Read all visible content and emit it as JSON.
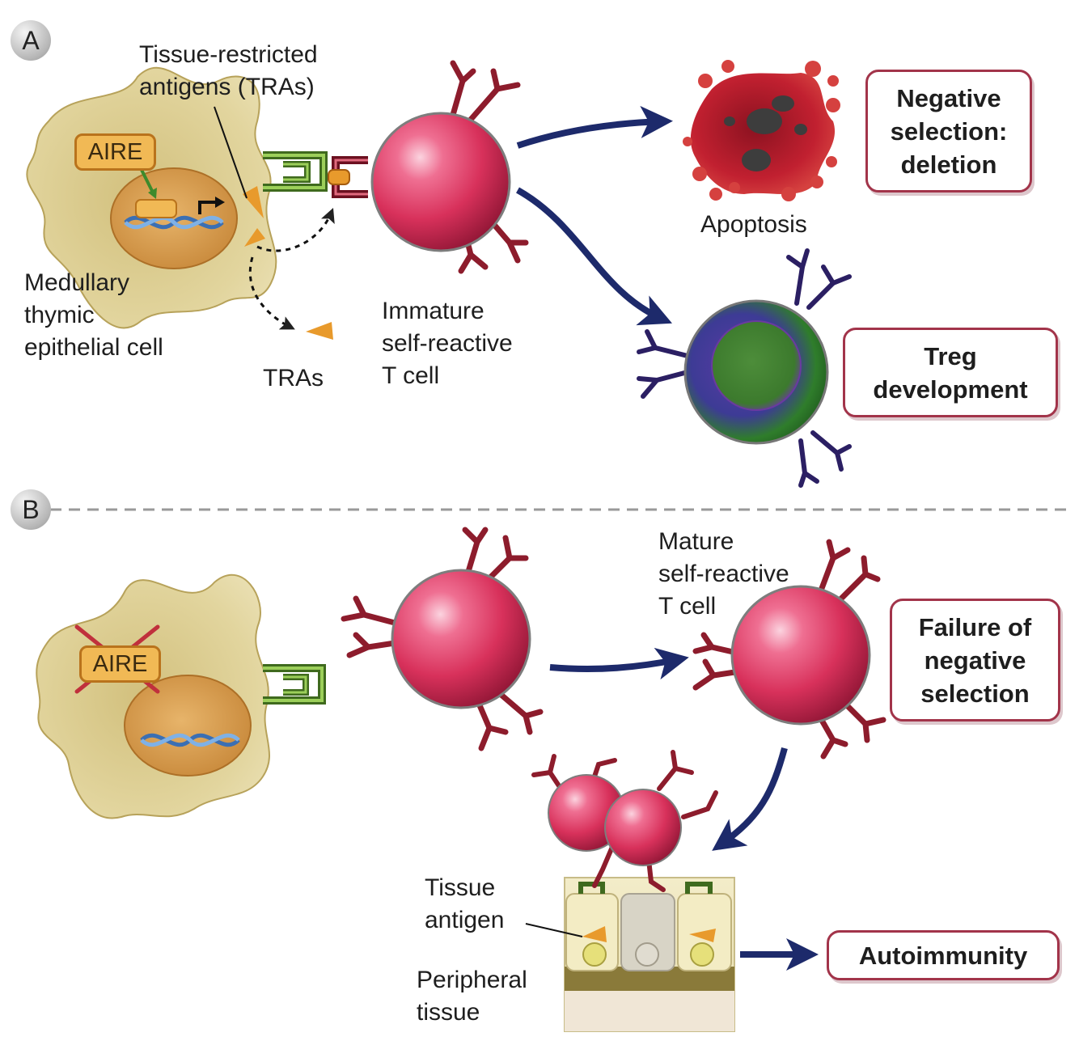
{
  "panel_a": {
    "badge": "A",
    "tra_label": [
      "Tissue-restricted",
      "antigens (TRAs)"
    ],
    "aire_label": "AIRE",
    "mtec_label": [
      "Medullary",
      "thymic",
      "epithelial cell"
    ],
    "free_tras_label": "TRAs",
    "immature_label": [
      "Immature",
      "self-reactive",
      "T cell"
    ],
    "apoptosis_label": "Apoptosis",
    "outcome_negative": [
      "Negative",
      "selection:",
      "deletion"
    ],
    "outcome_treg": [
      "Treg",
      "development"
    ]
  },
  "panel_b": {
    "badge": "B",
    "aire_label": "AIRE",
    "mature_label": [
      "Mature",
      "self-reactive",
      "T cell"
    ],
    "outcome_failure": [
      "Failure of",
      "negative",
      "selection"
    ],
    "tissue_antigen_label": [
      "Tissue",
      "antigen"
    ],
    "peripheral_label": [
      "Peripheral",
      "tissue"
    ],
    "outcome_autoimmunity": "Autoimmunity"
  },
  "colors": {
    "arrow": "#1d2a6b",
    "outcome_border": "#a2344a",
    "t_cell": "#d8315b",
    "receptor": "#8d1c2c",
    "epithelial_cell": "#dccb8c",
    "antigen": "#e89a2c",
    "mhc": "#5e8a2c",
    "treg_outer": "#2f7d2b",
    "treg_inner": "#4b3b9a",
    "aire_cross": "#c0303c"
  }
}
